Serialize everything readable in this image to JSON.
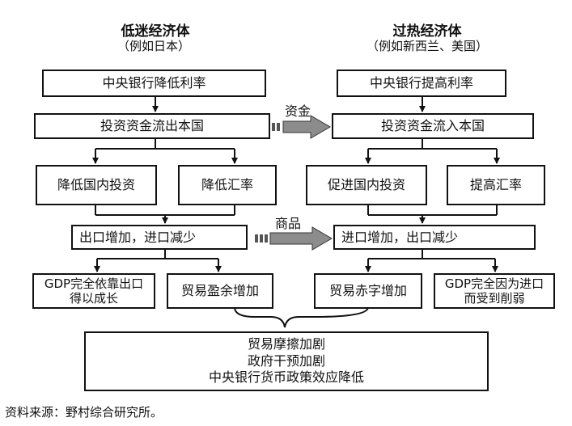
{
  "left": {
    "title": "低迷经济体",
    "subtitle": "（例如日本）",
    "rate": "中央银行降低利率",
    "capital": "投资资金流出本国",
    "branch_a": "降低国内投资",
    "branch_b": "降低汇率",
    "trade": "出口增加，进口减少",
    "outcome_a_line1": "GDP完全依靠出口",
    "outcome_a_line2": "得以成长",
    "outcome_b": "贸易盈余增加"
  },
  "right": {
    "title": "过热经济体",
    "subtitle": "（例如新西兰、美国）",
    "rate": "中央银行提高利率",
    "capital": "投资资金流入本国",
    "branch_a": "促进国内投资",
    "branch_b": "提高汇率",
    "trade": "进口增加，出口减少",
    "outcome_a": "贸易赤字增加",
    "outcome_b_line1": "GDP完全因为进口",
    "outcome_b_line2": "而受到削弱"
  },
  "flows": {
    "capital_label": "资金",
    "goods_label": "商品"
  },
  "consequences": {
    "line1": "贸易摩擦加剧",
    "line2": "政府干预加剧",
    "line3": "中央银行货币政策效应降低"
  },
  "source": "资料来源：野村综合研究所。"
}
